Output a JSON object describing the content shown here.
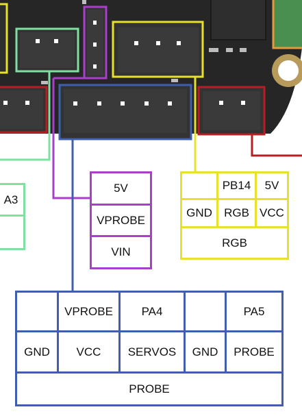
{
  "colors": {
    "blue": "#3f5fae",
    "yellow": "#e7e12e",
    "purple": "#a83fc8",
    "green": "#7fe0a2",
    "red": "#b71d22",
    "orange": "#e8993a",
    "pcb": "#262626",
    "connector": "#3a3a3a"
  },
  "purple_table": {
    "rows": [
      "5V",
      "VPROBE",
      "VIN"
    ]
  },
  "yellow_table": {
    "row1": [
      "",
      "PB14",
      "5V"
    ],
    "row2": [
      "GND",
      "RGB",
      "VCC"
    ],
    "footer": "RGB"
  },
  "blue_table": {
    "row1": [
      "",
      "VPROBE",
      "PA4",
      "",
      "PA5"
    ],
    "row2": [
      "GND",
      "VCC",
      "SERVOS",
      "GND",
      "PROBE"
    ],
    "footer": "PROBE"
  },
  "green_table": {
    "row1": "A3",
    "row2": ""
  }
}
